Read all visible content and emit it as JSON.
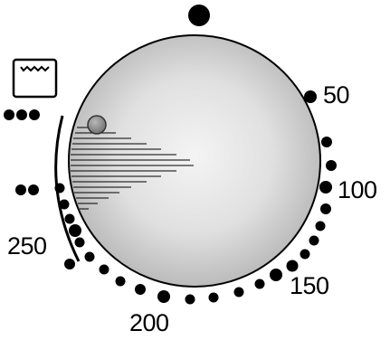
{
  "dial": {
    "scale_labels": {
      "t50": "50",
      "t100": "100",
      "t150": "150",
      "t200": "200",
      "t250": "250"
    },
    "indicator_color": "#888888",
    "face_color_light": "#f4f4f4",
    "face_color_dark": "#b4b4b4",
    "mark_color": "#000000"
  },
  "icons": {
    "oven": "oven-heat-icon",
    "top_marker": "position-marker-dot"
  }
}
